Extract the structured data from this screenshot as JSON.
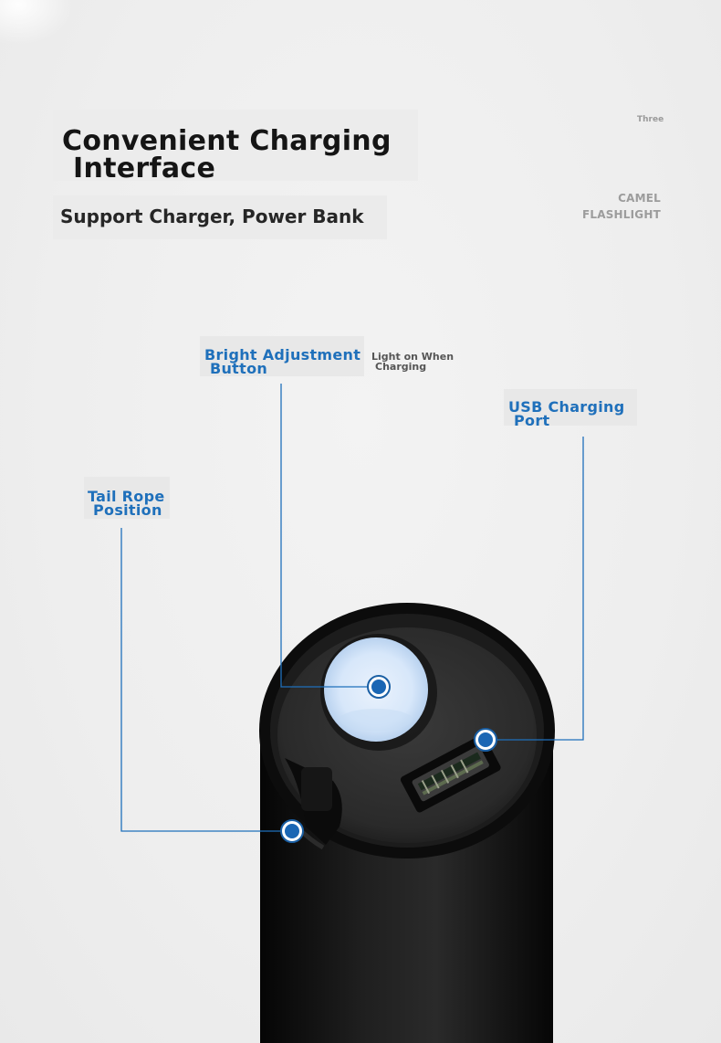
{
  "header": {
    "title_line1": "Convenient Charging",
    "title_line2": "Interface",
    "subtitle": "Support Charger, Power Bank"
  },
  "brand": {
    "corner_small": "Three",
    "name_line1": "CAMEL",
    "name_line2": "FLASHLIGHT"
  },
  "callouts": {
    "bright_button_line1": "Bright Adjustment",
    "bright_button_line2": "Button",
    "light_note_line1": "Light on When",
    "light_note_line2": "Charging",
    "usb_port_line1": "USB Charging",
    "usb_port_line2": "Port",
    "tail_rope_line1": "Tail Rope",
    "tail_rope_line2": "Position"
  },
  "colors": {
    "accent": "#1f70bb",
    "body": "#111111",
    "button": "#d9e9fa"
  },
  "icons": {
    "marker": "callout-dot-icon",
    "usb": "micro-usb-port-icon",
    "button": "round-push-button-icon"
  }
}
